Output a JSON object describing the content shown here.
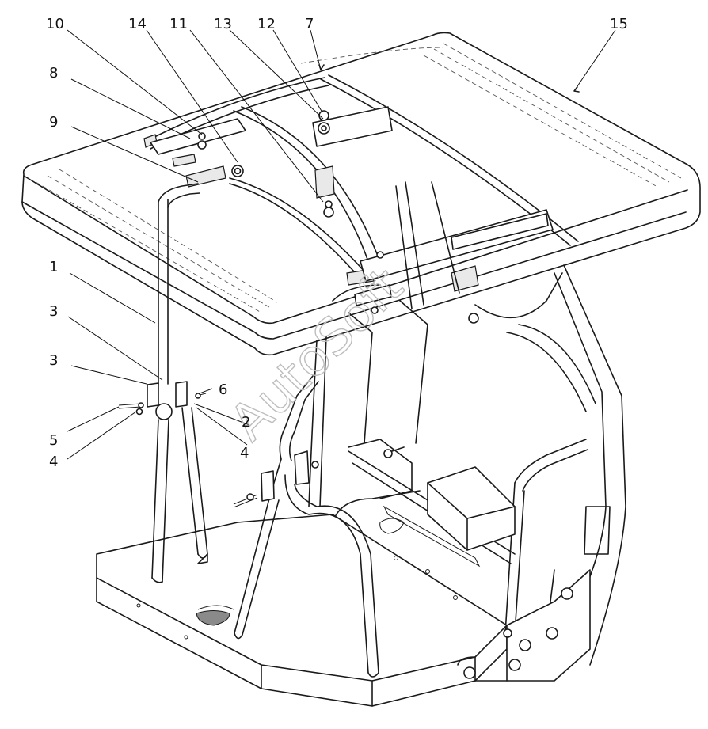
{
  "watermark": "AutoSoft",
  "callouts": [
    "10",
    "14",
    "11",
    "13",
    "12",
    "7",
    "15",
    "8",
    "9",
    "1",
    "3",
    "3",
    "6",
    "5",
    "2",
    "4",
    "4"
  ]
}
